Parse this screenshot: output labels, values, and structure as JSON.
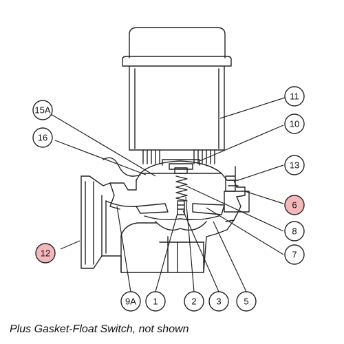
{
  "callouts": [
    {
      "label": "15A",
      "highlighted": false
    },
    {
      "label": "16",
      "highlighted": false
    },
    {
      "label": "11",
      "highlighted": false
    },
    {
      "label": "10",
      "highlighted": false
    },
    {
      "label": "13",
      "highlighted": false
    },
    {
      "label": "6",
      "highlighted": true
    },
    {
      "label": "8",
      "highlighted": false
    },
    {
      "label": "7",
      "highlighted": false
    },
    {
      "label": "12",
      "highlighted": true
    },
    {
      "label": "9A",
      "highlighted": false
    },
    {
      "label": "1",
      "highlighted": false
    },
    {
      "label": "2",
      "highlighted": false
    },
    {
      "label": "3",
      "highlighted": false
    },
    {
      "label": "5",
      "highlighted": false
    }
  ],
  "caption": "Plus Gasket-Float Switch, not shown",
  "colors": {
    "highlight_fill": "#f4b8bc",
    "normal_fill": "#ffffff",
    "line": "#222222"
  }
}
